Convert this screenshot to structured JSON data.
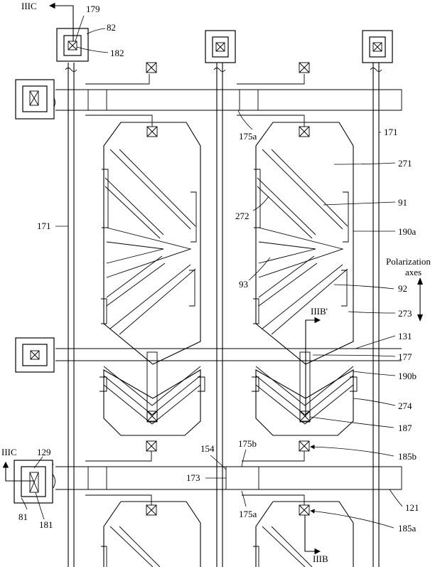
{
  "labels": {
    "l_IIIC_top": "IIIC",
    "l_179": "179",
    "l_82": "82",
    "l_182": "182",
    "l_171_left": "171",
    "l_171_right": "171",
    "l_175a_upper": "175a",
    "l_271": "271",
    "l_272": "272",
    "l_91": "91",
    "l_190a": "190a",
    "l_polarization": "Polarization",
    "l_axes": "axes",
    "l_93": "93",
    "l_92": "92",
    "l_IIIB_prime": "IIIB'",
    "l_273": "273",
    "l_131": "131",
    "l_177": "177",
    "l_190b": "190b",
    "l_274": "274",
    "l_187": "187",
    "l_129": "129",
    "l_154": "154",
    "l_175b": "175b",
    "l_185b": "185b",
    "l_IIIC_bottom": "IIIC",
    "l_173": "173",
    "l_121": "121",
    "l_81": "81",
    "l_181": "181",
    "l_175a_lower": "175a",
    "l_185a": "185a",
    "l_IIIB": "IIIB"
  }
}
